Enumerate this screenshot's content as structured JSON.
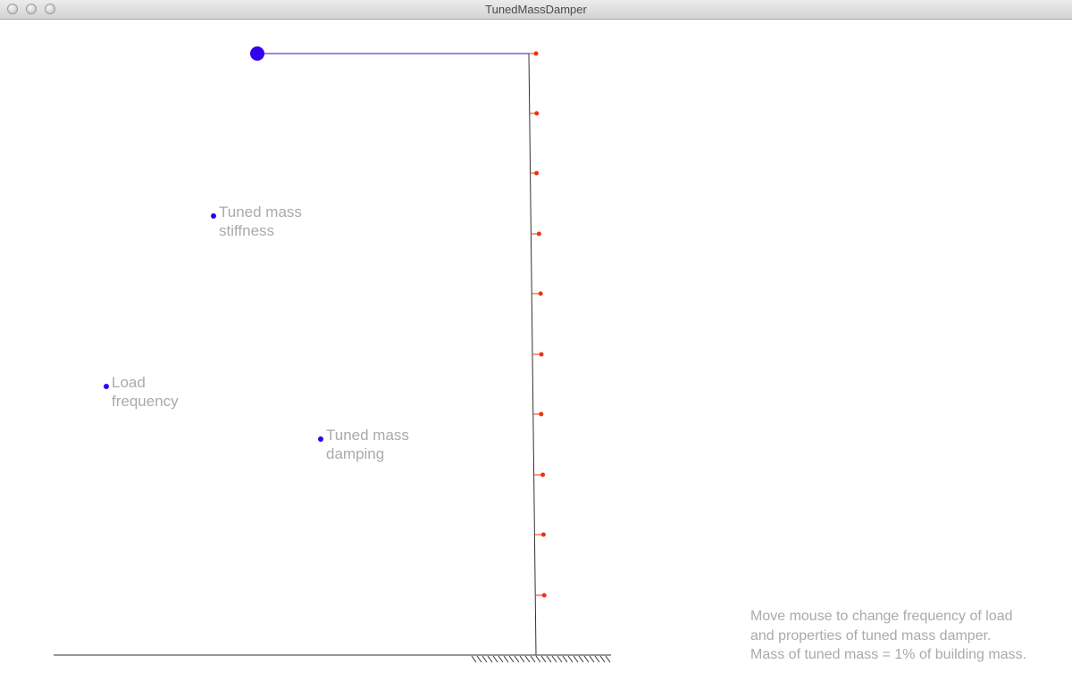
{
  "window": {
    "title": "TunedMassDamper"
  },
  "controls": {
    "stiffness": {
      "label_line1": "Tuned mass",
      "label_line2": "stiffness"
    },
    "frequency": {
      "label_line1": "Load",
      "label_line2": "frequency"
    },
    "damping": {
      "label_line1": "Tuned mass",
      "label_line2": "damping"
    }
  },
  "instructions": {
    "line1": "Move mouse to change frequency of load",
    "line2": "and properties of tuned mass damper.",
    "line3": "Mass of tuned mass = 1% of building mass."
  },
  "colors": {
    "handle": "#3300ee",
    "tuned_mass": "#3300ee",
    "load_marker": "#ee3311",
    "structure": "#333333",
    "label": "#aaaaaa"
  },
  "icons": {
    "window_buttons": [
      "close-icon",
      "minimize-icon",
      "maximize-icon"
    ]
  }
}
